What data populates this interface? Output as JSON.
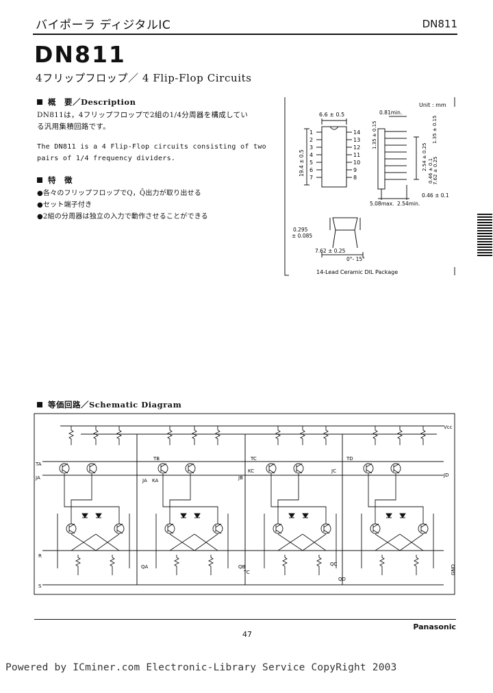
{
  "header": {
    "category": "バイポーラ ディジタルIC",
    "part_number": "DN811"
  },
  "title": {
    "part": "DN811",
    "subtitle": "4フリップフロップ／ 4 Flip-Flop Circuits"
  },
  "description": {
    "heading": "概　要／Description",
    "jp_lines": [
      "DN811は，4フリップフロップで2組の1/4分周器を構成してい",
      "る汎用集積回路です。"
    ],
    "en_lines": [
      "The DN811 is a 4 Flip-Flop circuits consisting of two",
      "pairs of 1/4 frequency dividers."
    ]
  },
  "features": {
    "heading": "特　徴",
    "items": [
      "●各々のフリップフロップでQ，Q̄出力が取り出せる",
      "●セット端子付き",
      "●2組の分周器は独立の入力で動作させることができる"
    ]
  },
  "package": {
    "unit": "Unit : mm",
    "caption": "14-Lead Ceramic DIL Package",
    "pins_left": [
      "1",
      "2",
      "3",
      "4",
      "5",
      "6",
      "7"
    ],
    "pins_right": [
      "14",
      "13",
      "12",
      "11",
      "10",
      "9",
      "8"
    ],
    "dims": {
      "width_top": "6.6 ± 0.5",
      "length": "19.4 ± 0.5",
      "lead_w": "0.81min.",
      "d1": "1.35 ± 0.15",
      "d2": "1.35 ± 0.15",
      "d3": "2.54 ± 0.25",
      "d4": "0.46 ± 0.1",
      "d5": "7.62 ± 0.25",
      "d6": "5.08max.",
      "d7": "2.54min.",
      "d8": "0.46 ± 0.1",
      "side_t": "0.295",
      "side_tol": "± 0.085",
      "side_w": "7.62 ± 0.25",
      "angle": "0°- 15°"
    }
  },
  "schematic": {
    "heading": "等価回路／Schematic Diagram",
    "labels": {
      "vcc": "Vcc",
      "ta": "TA",
      "ja": "JA",
      "jak": "JA",
      "ka": "KA",
      "tb": "TB",
      "jb": "JB",
      "tc": "TC",
      "jc": "JC",
      "kc": "KC",
      "td": "TD",
      "jd": "JD",
      "r": "R",
      "s": "S",
      "qa": "QA",
      "qb": "QB",
      "qc": "QC",
      "qd": "QD",
      "gnd": "GND",
      "tc2": "TC"
    }
  },
  "footer": {
    "page": "47",
    "brand": "Panasonic",
    "powered": "Powered by ICminer.com Electronic-Library Service CopyRight 2003"
  }
}
